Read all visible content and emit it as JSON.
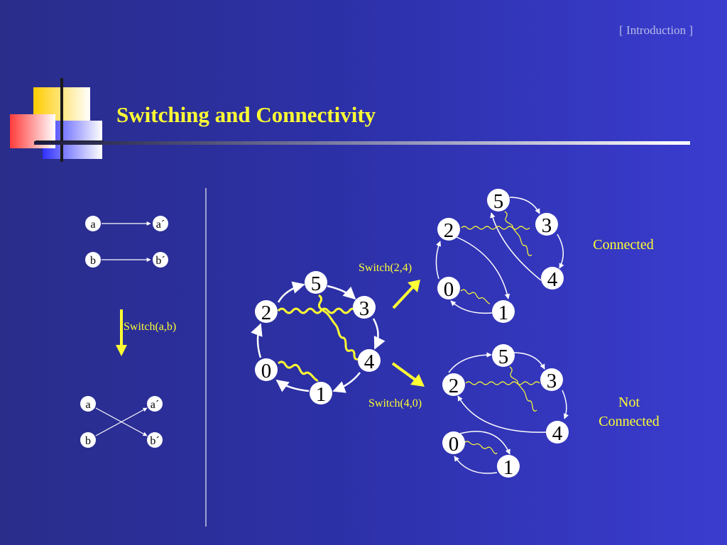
{
  "header": {
    "section_label": "[ Introduction ]",
    "title": "Switching and Connectivity"
  },
  "left_example": {
    "before": {
      "a": "a",
      "a_prime": "a´",
      "b": "b",
      "b_prime": "b´"
    },
    "switch_label": "Switch(a,b)",
    "after": {
      "a": "a",
      "a_prime": "a´",
      "b": "b",
      "b_prime": "b´"
    }
  },
  "center_graph": {
    "nodes": [
      "5",
      "2",
      "3",
      "0",
      "4",
      "1"
    ]
  },
  "arrows": {
    "top_label": "Switch(2,4)",
    "bottom_label": "Switch(4,0)"
  },
  "top_result": {
    "nodes": [
      "5",
      "2",
      "3",
      "0",
      "4",
      "1"
    ],
    "status": "Connected"
  },
  "bottom_result": {
    "nodes": [
      "5",
      "2",
      "3",
      "0",
      "4",
      "1"
    ],
    "status_line1": "Not",
    "status_line2": "Connected"
  },
  "colors": {
    "title": "#ffff33",
    "highlight": "#ffff33",
    "node_fill": "#ffffff",
    "edge": "#ffffff"
  }
}
